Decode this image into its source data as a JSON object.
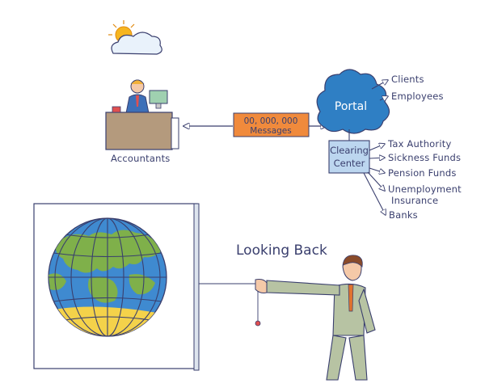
{
  "labels": {
    "accountants": "Accountants",
    "message_count": "00, 000, 000",
    "messages": "Messages",
    "portal": "Portal",
    "clearing_line1": "Clearing",
    "clearing_line2": "Center",
    "clients": "Clients",
    "employees": "Employees",
    "tax_authority": "Tax Authority",
    "sickness_funds": "Sickness Funds",
    "pension_funds": "Pension Funds",
    "unemployment_line1": "Unemployment",
    "unemployment_line2": "Insurance",
    "banks": "Banks",
    "looking_back": "Looking Back"
  },
  "colors": {
    "ink": "#3a3f6e",
    "cloud_blue": "#2f7fc4",
    "message_orange": "#f08a3c",
    "clearing_blue": "#bcd6ef",
    "desk_brown": "#b49a7d",
    "globe_land": "#7fb04a",
    "globe_sea": "#3f8ad0",
    "globe_sand": "#f4d24a",
    "suit_green": "#b7c3a3",
    "sun_yellow": "#f6b51f"
  },
  "icons": [
    "sun-icon",
    "cloud-icon",
    "accountant-figure",
    "computer-monitor-icon",
    "globe-map-icon",
    "businessman-figure"
  ]
}
